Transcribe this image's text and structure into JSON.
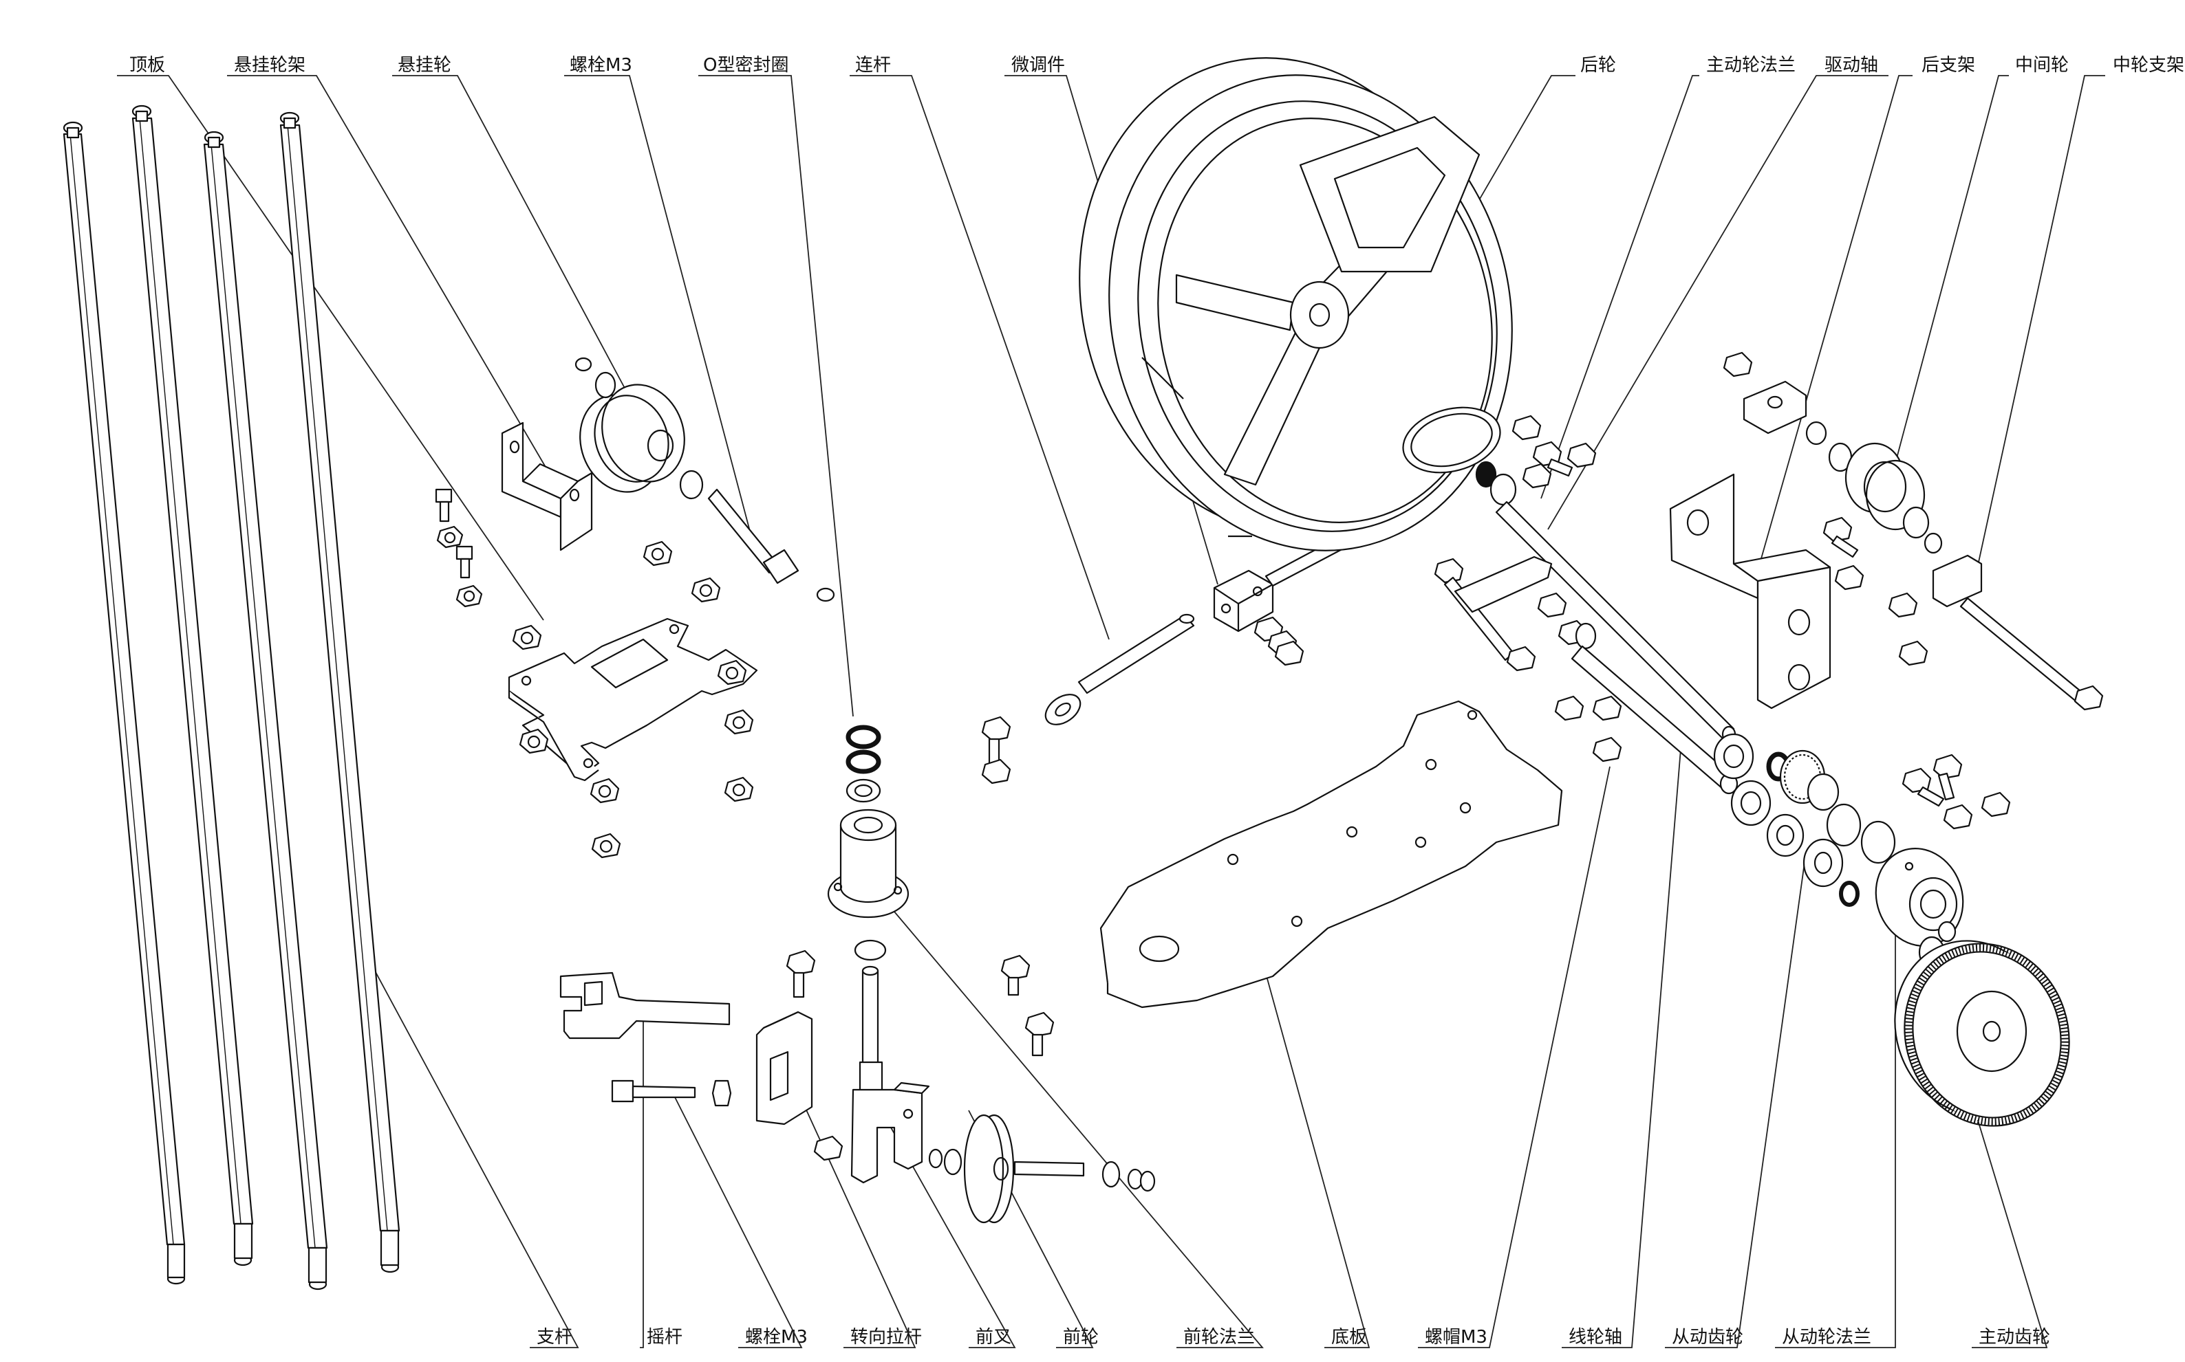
{
  "labels_top": [
    {
      "key": "top_plate",
      "text": "顶板"
    },
    {
      "key": "susp_bracket",
      "text": "悬挂轮架"
    },
    {
      "key": "susp_wheel",
      "text": "悬挂轮"
    },
    {
      "key": "bolt_m3_top",
      "text": "螺栓M3"
    },
    {
      "key": "o_ring",
      "text": "O型密封圈"
    },
    {
      "key": "link_rod",
      "text": "连杆"
    },
    {
      "key": "fine_adjuster",
      "text": "微调件"
    },
    {
      "key": "rear_wheel",
      "text": "后轮"
    },
    {
      "key": "drive_flange",
      "text": "主动轮法兰"
    },
    {
      "key": "drive_shaft",
      "text": "驱动轴"
    },
    {
      "key": "rear_bracket",
      "text": "后支架"
    },
    {
      "key": "middle_wheel",
      "text": "中间轮"
    },
    {
      "key": "middle_bracket",
      "text": "中轮支架"
    }
  ],
  "labels_bottom": [
    {
      "key": "strut",
      "text": "支杆"
    },
    {
      "key": "rocker",
      "text": "摇杆"
    },
    {
      "key": "bolt_m3_bottom",
      "text": "螺栓M3"
    },
    {
      "key": "steering_rod",
      "text": "转向拉杆"
    },
    {
      "key": "front_fork",
      "text": "前叉"
    },
    {
      "key": "front_wheel",
      "text": "前轮"
    },
    {
      "key": "front_flange",
      "text": "前轮法兰"
    },
    {
      "key": "base_plate",
      "text": "底板"
    },
    {
      "key": "nut_m3",
      "text": "螺帽M3"
    },
    {
      "key": "spool_shaft",
      "text": "线轮轴"
    },
    {
      "key": "driven_gear",
      "text": "从动齿轮"
    },
    {
      "key": "driven_flange",
      "text": "从动轮法兰"
    },
    {
      "key": "main_gear",
      "text": "主动齿轮"
    }
  ]
}
